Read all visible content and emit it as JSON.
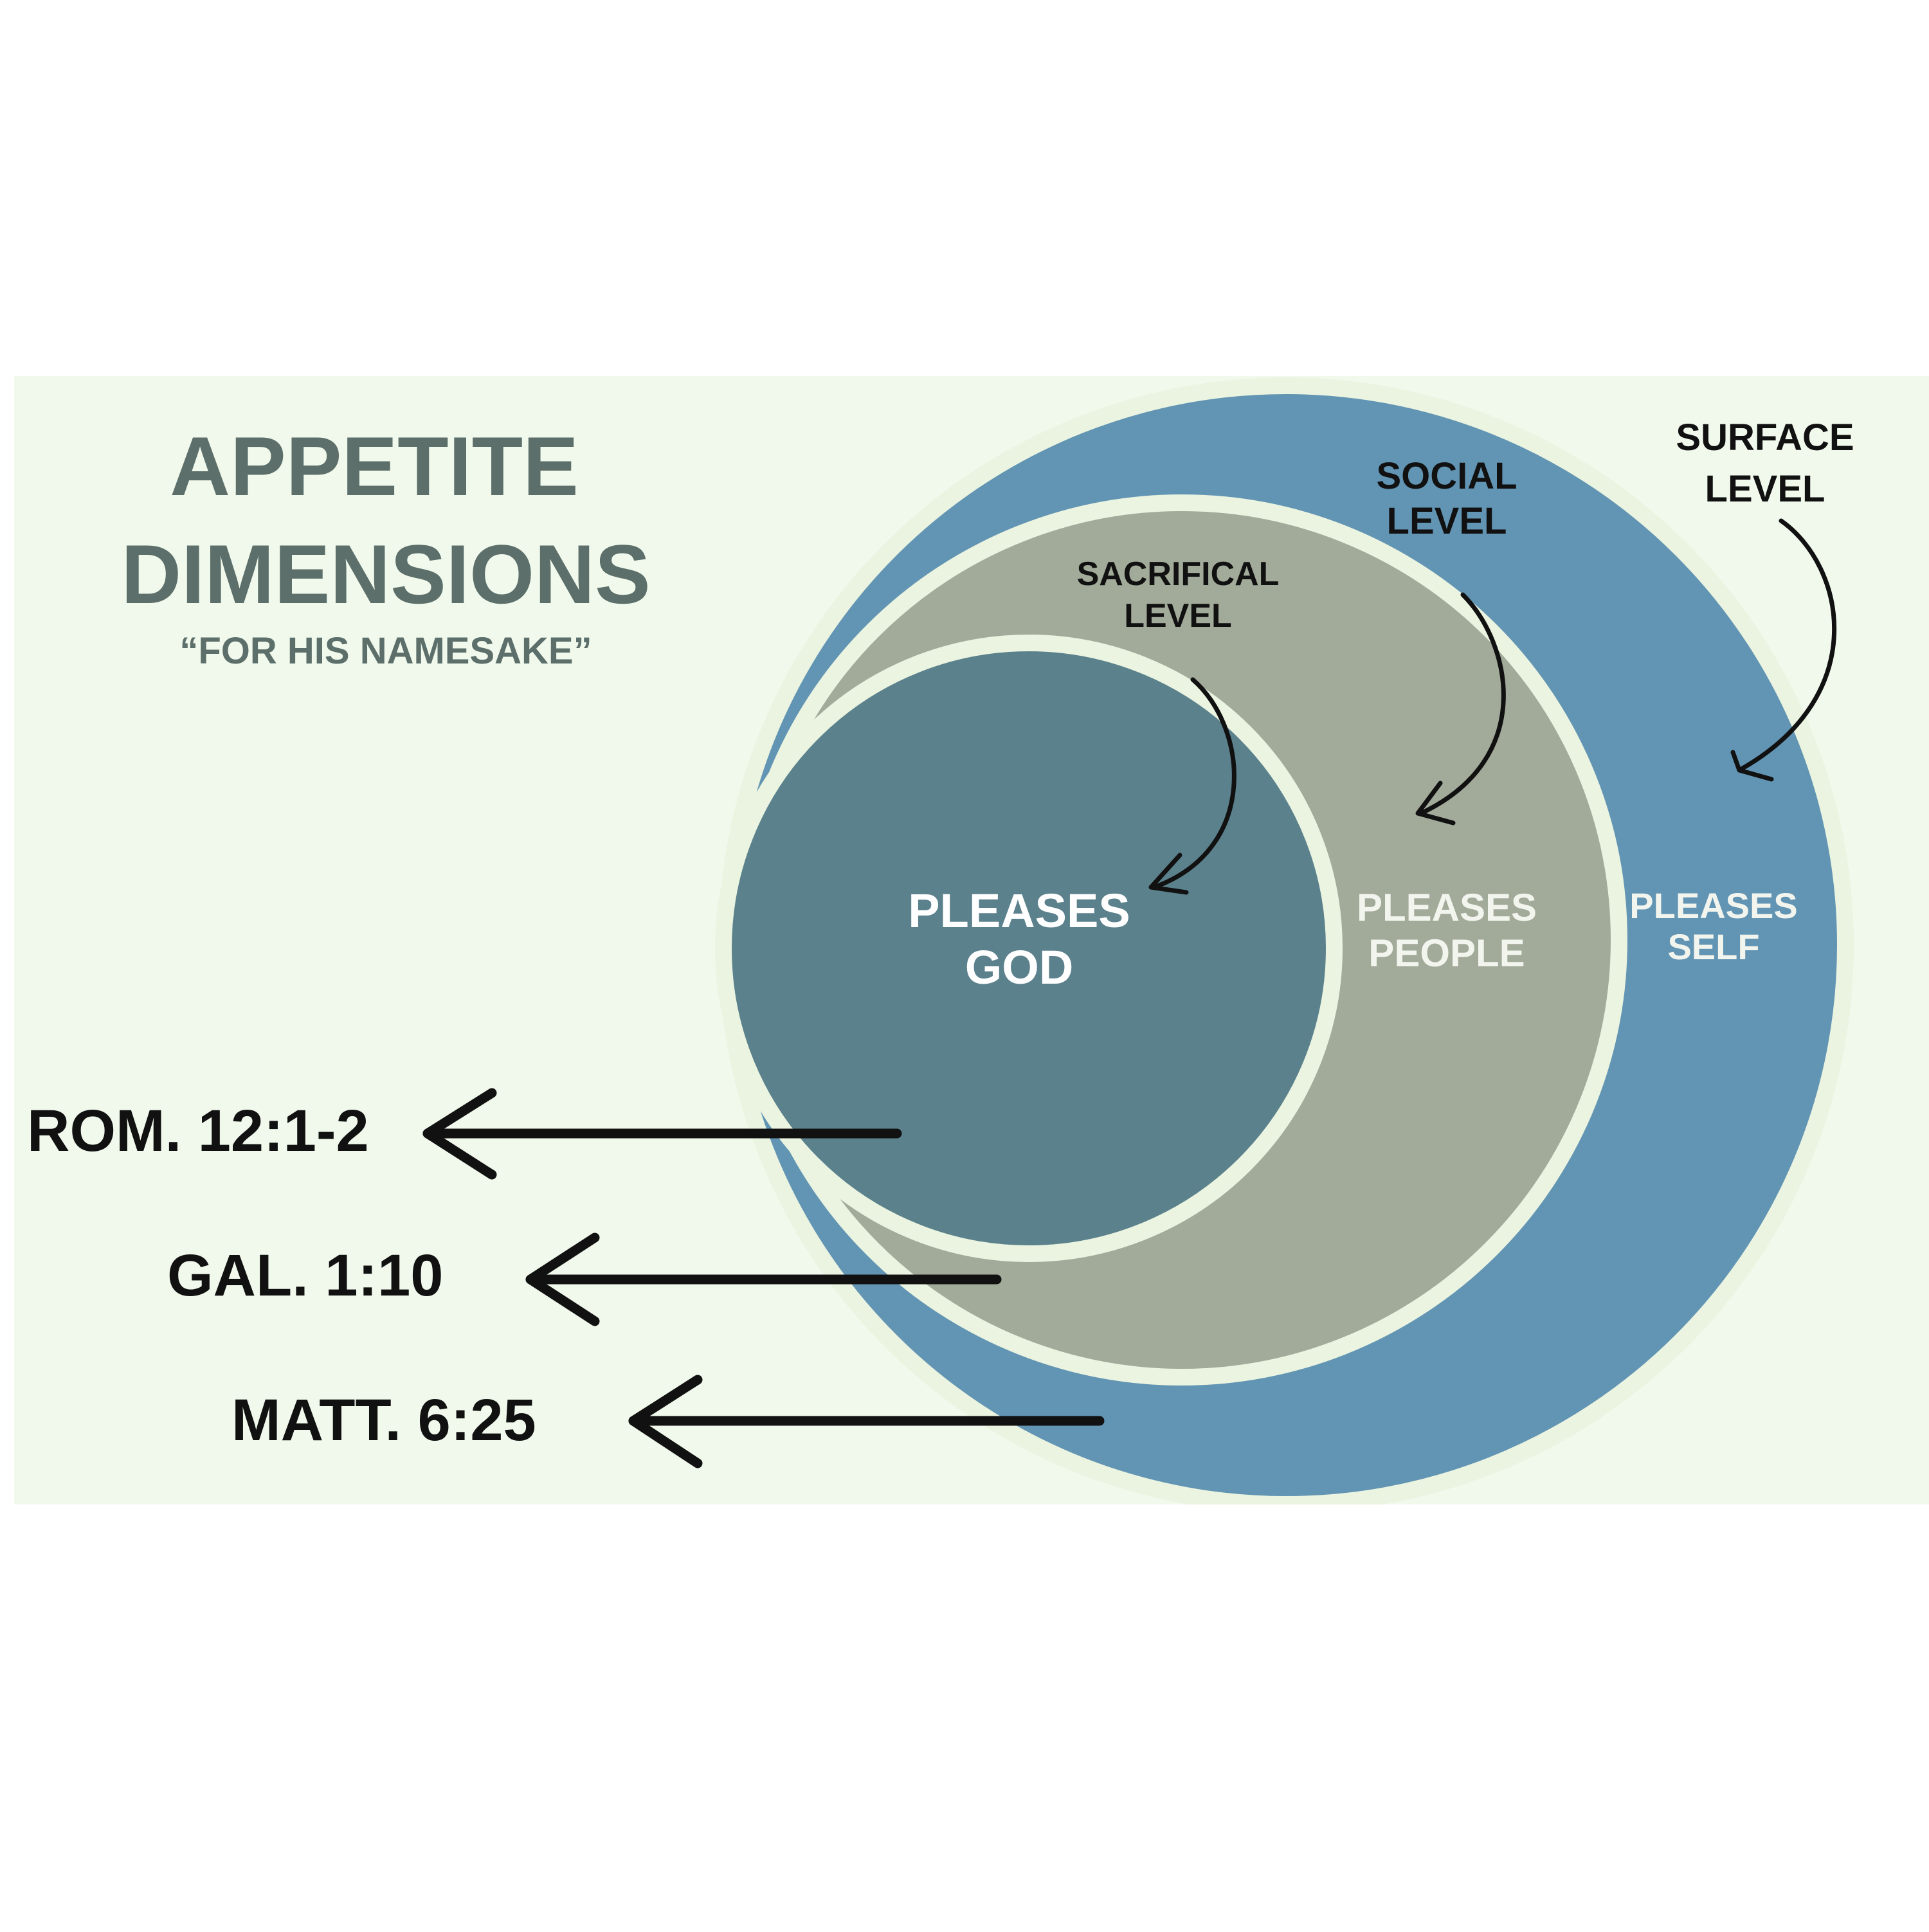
{
  "title": {
    "line1": "APPETITE",
    "line2": "DIMENSIONS",
    "subtitle": "“FOR HIS NAMESAKE”"
  },
  "levels": [
    {
      "label_line1": "SURFACE",
      "label_line2": "LEVEL",
      "inner_line1": "PLEASES",
      "inner_line2": "SELF"
    },
    {
      "label_line1": "SOCIAL",
      "label_line2": "LEVEL",
      "inner_line1": "PLEASES",
      "inner_line2": "PEOPLE"
    },
    {
      "label_line1": "SACRIFICAL",
      "label_line2": "LEVEL",
      "inner_line1": "PLEASES",
      "inner_line2": "GOD"
    }
  ],
  "references": [
    {
      "text": "ROM. 12:1-2"
    },
    {
      "text": "GAL. 1:10"
    },
    {
      "text": "MATT. 6:25"
    }
  ],
  "colors": {
    "background": "#f0f9ec",
    "outer": "#6294b3",
    "middle": "#a2aa99",
    "inner": "#5b818c",
    "ring": "#eaf4e0",
    "title": "#5d6f6a",
    "ink": "#111111",
    "white": "#ffffff",
    "light_text": "#f2f5ee"
  }
}
